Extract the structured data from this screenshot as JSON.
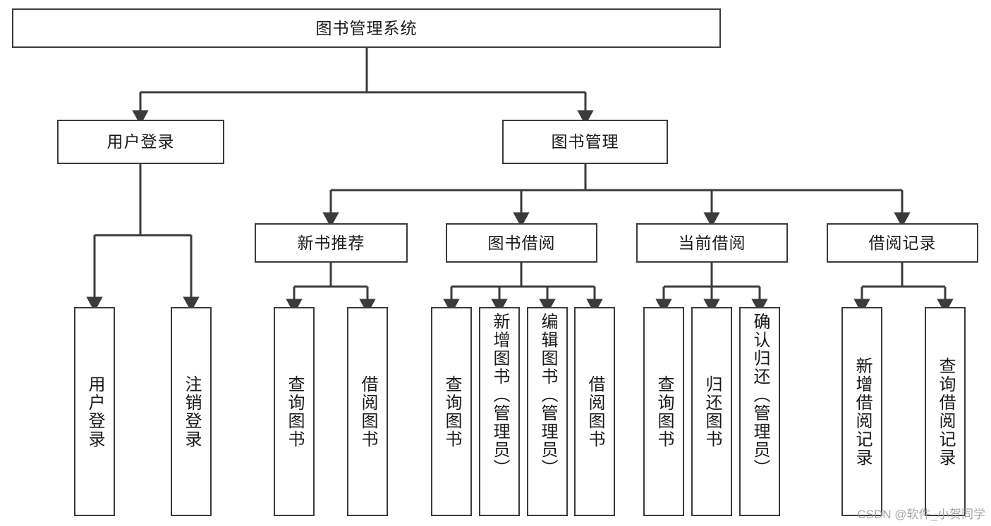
{
  "diagram": {
    "title": "图书管理系统",
    "watermark": "CSDN @软件_小贺同学",
    "line_color": "#3b3b3b",
    "box_fill": "#ffffff",
    "text_color": "#1a1a1a",
    "levels": {
      "root": {
        "label": "图书管理系统"
      },
      "level1": [
        {
          "label": "用户登录"
        },
        {
          "label": "图书管理"
        }
      ],
      "level2": [
        {
          "label": "新书推荐"
        },
        {
          "label": "图书借阅"
        },
        {
          "label": "当前借阅"
        },
        {
          "label": "借阅记录"
        }
      ],
      "leaves": {
        "user_login": [
          {
            "label": "用户登录"
          },
          {
            "label": "注销登录"
          }
        ],
        "new_book_recommend": [
          {
            "label": "查询图书"
          },
          {
            "label": "借阅图书"
          }
        ],
        "book_borrow": [
          {
            "label": "查询图书"
          },
          {
            "label": "新增图书（管理员）"
          },
          {
            "label": "编辑图书（管理员）"
          },
          {
            "label": "借阅图书"
          }
        ],
        "current_borrow": [
          {
            "label": "查询图书"
          },
          {
            "label": "归还图书"
          },
          {
            "label": "确认归还（管理员）"
          }
        ],
        "borrow_record": [
          {
            "label": "新增借阅记录"
          },
          {
            "label": "查询借阅记录"
          }
        ]
      }
    }
  }
}
